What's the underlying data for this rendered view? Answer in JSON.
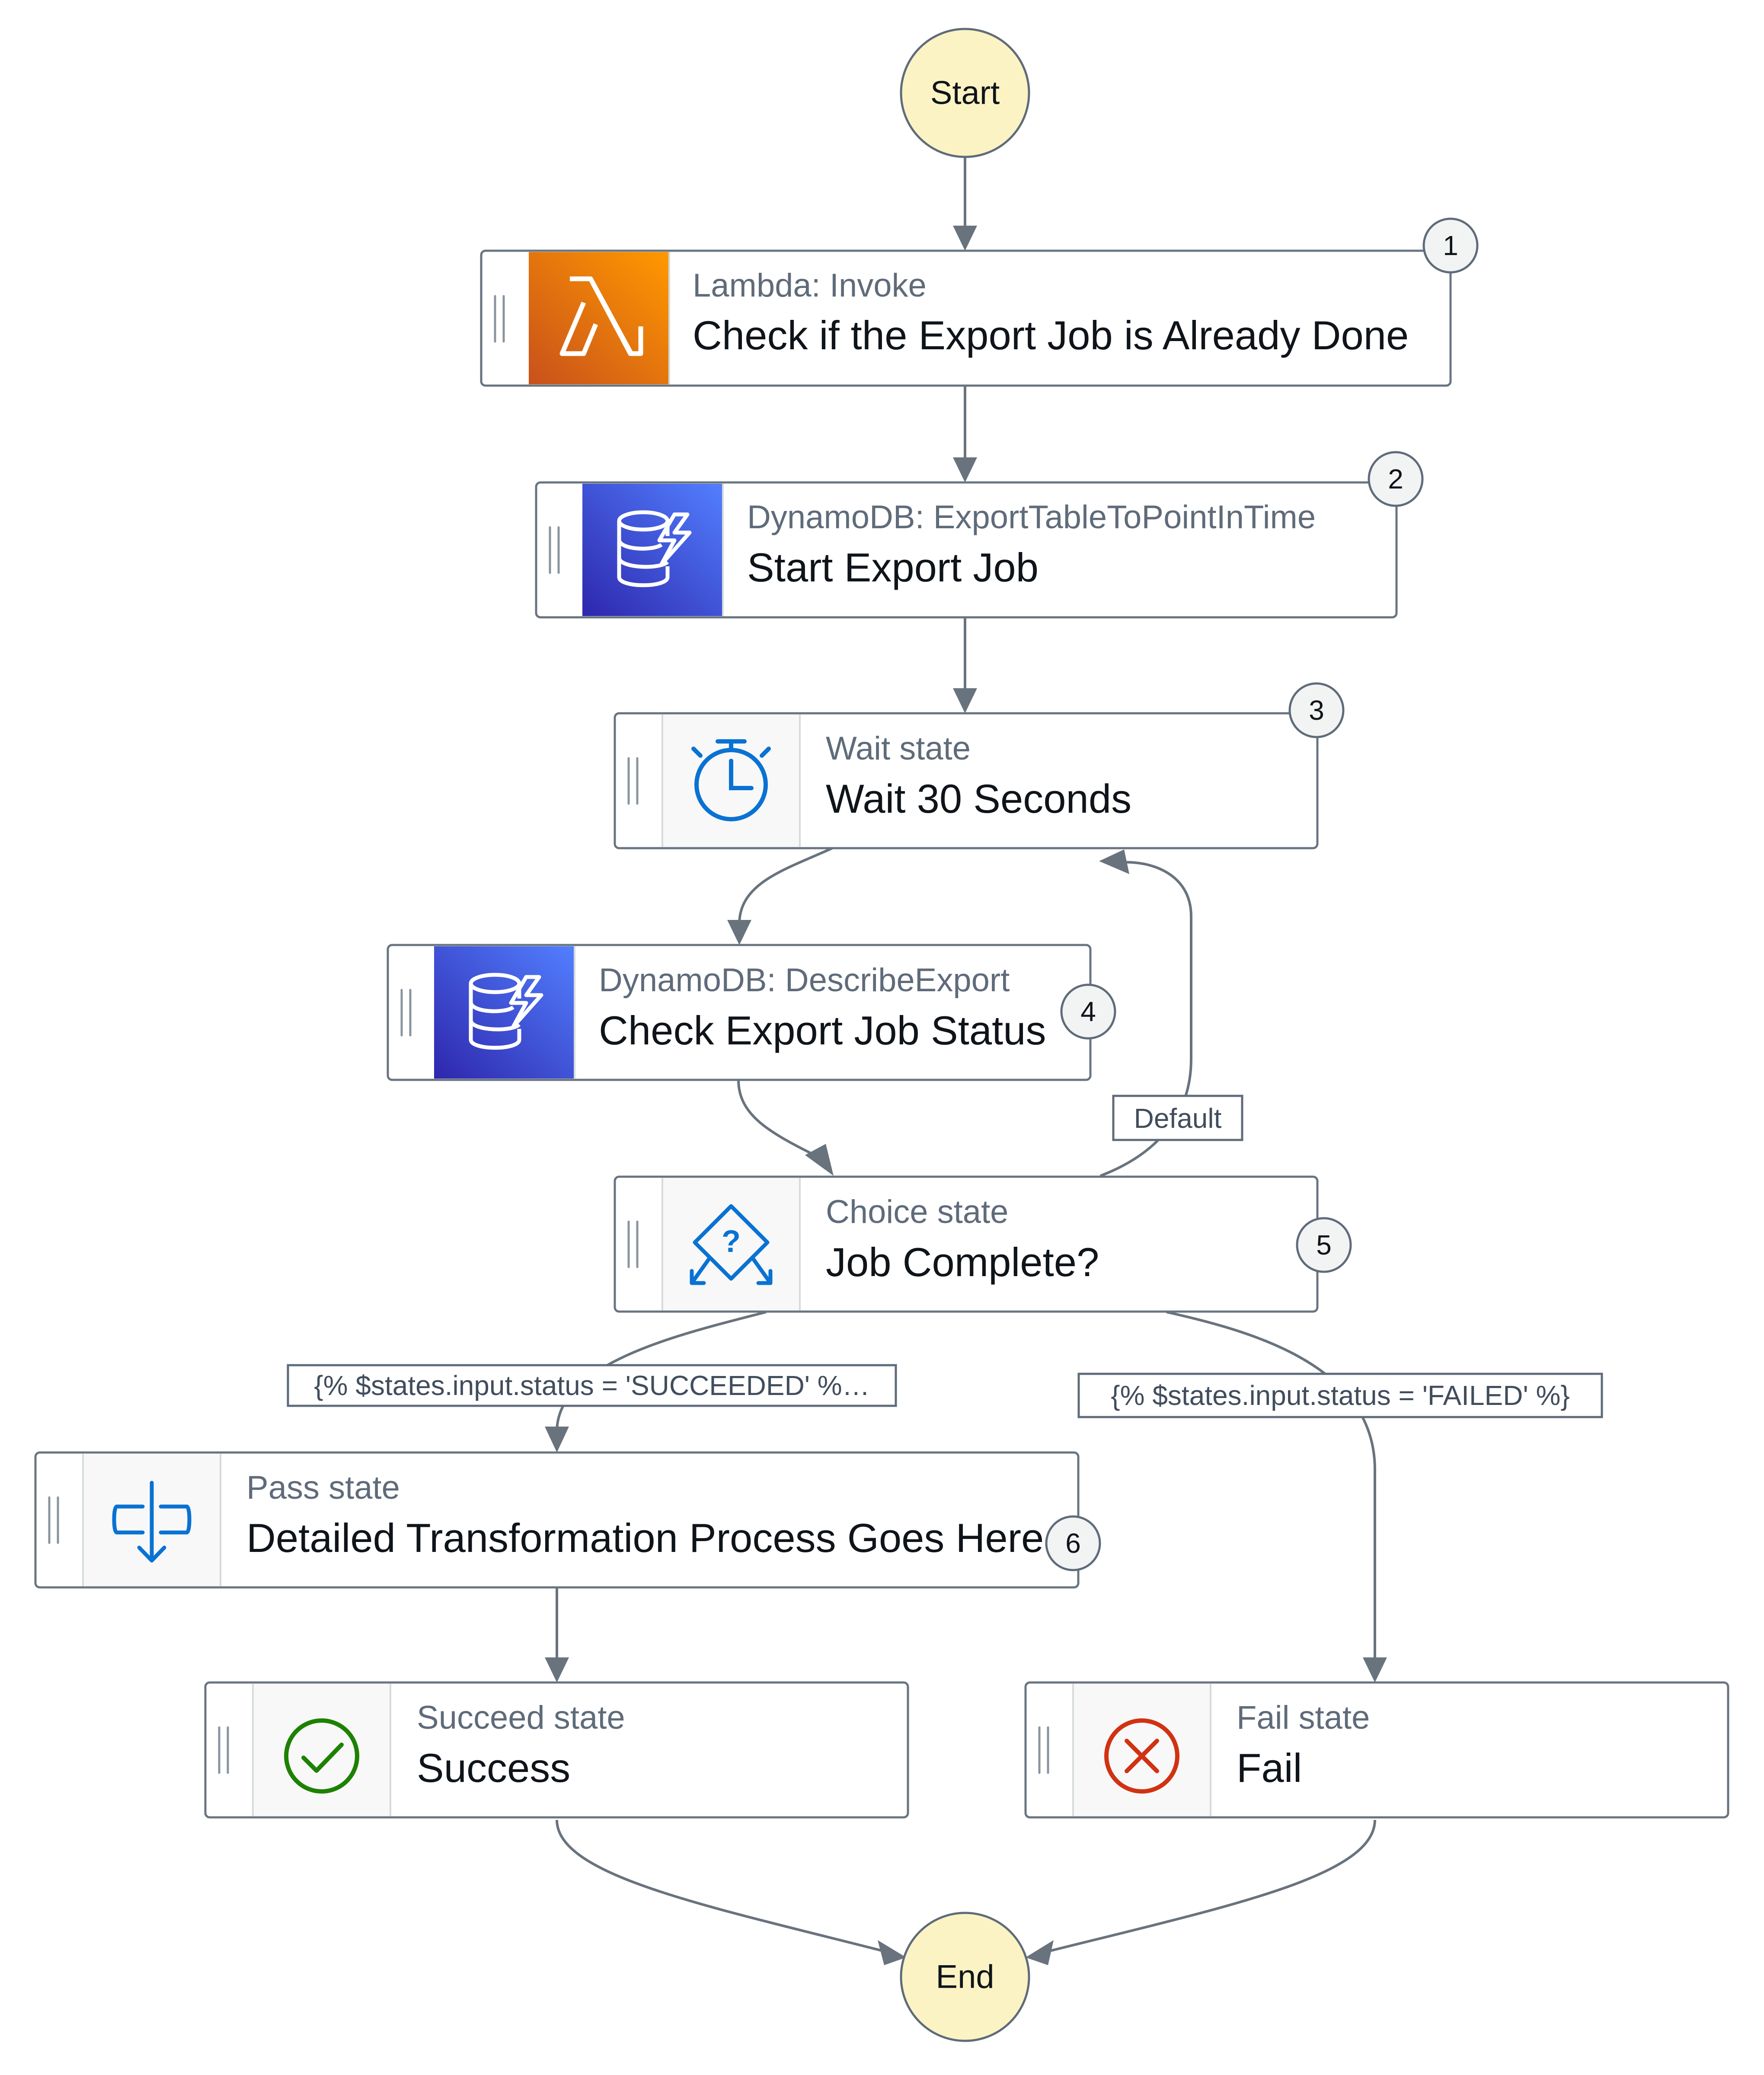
{
  "diagram": {
    "start": {
      "label": "Start"
    },
    "end": {
      "label": "End"
    },
    "states": [
      {
        "id": "s1",
        "badge": "1",
        "type": "Lambda: Invoke",
        "name": "Check if the Export Job is Already Done",
        "icon": "lambda-icon",
        "icon_color": "#e0660c"
      },
      {
        "id": "s2",
        "badge": "2",
        "type": "DynamoDB: ExportTableToPointInTime",
        "name": "Start Export Job",
        "icon": "dynamodb-icon",
        "icon_color": "#3e4ad1"
      },
      {
        "id": "s3",
        "badge": "3",
        "type": "Wait state",
        "name": "Wait 30 Seconds",
        "icon": "stopwatch-icon",
        "icon_color": "#0972d3"
      },
      {
        "id": "s4",
        "badge": "4",
        "type": "DynamoDB: DescribeExport",
        "name": "Check Export Job Status",
        "icon": "dynamodb-icon",
        "icon_color": "#3e4ad1"
      },
      {
        "id": "s5",
        "badge": "5",
        "type": "Choice state",
        "name": "Job Complete?",
        "icon": "choice-icon",
        "icon_color": "#0972d3"
      },
      {
        "id": "s6",
        "badge": "6",
        "type": "Pass state",
        "name": "Detailed Transformation Process Goes Here",
        "icon": "pass-icon",
        "icon_color": "#0972d3"
      },
      {
        "id": "s7",
        "badge": "",
        "type": "Succeed state",
        "name": "Success",
        "icon": "check-circle-icon",
        "icon_color": "#1d8102"
      },
      {
        "id": "s8",
        "badge": "",
        "type": "Fail state",
        "name": "Fail",
        "icon": "x-circle-icon",
        "icon_color": "#d13212"
      }
    ],
    "edge_labels": {
      "default": "Default",
      "succeeded": "{% $states.input.status = 'SUCCEEDED' %…",
      "failed": "{% $states.input.status = 'FAILED' %}"
    }
  }
}
